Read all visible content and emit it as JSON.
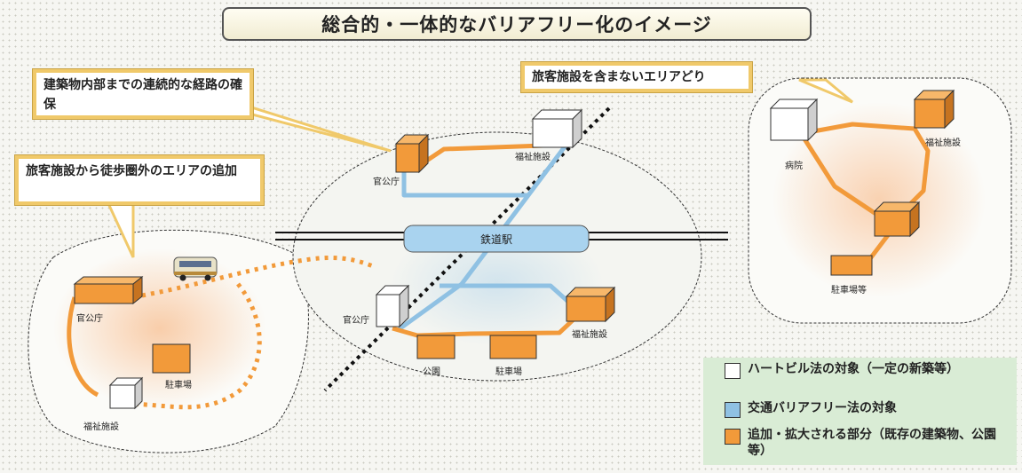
{
  "title": "総合的・一体的なバリアフリー化のイメージ",
  "callouts": {
    "route": "建築物内部までの連続的な経路の確保",
    "walk": "旅客施設から徒歩圏外のエリアの追加",
    "nostation": "旅客施設を含まないエリアどり"
  },
  "station": "鉄道駅",
  "center": {
    "gov_top": "官公庁",
    "welfare_top": "福祉施設",
    "gov_bottom": "官公庁",
    "welfare_bottom": "福祉施設",
    "park": "公園",
    "parking": "駐車場"
  },
  "left": {
    "gov": "官公庁",
    "parking": "駐車場",
    "welfare": "福祉施設"
  },
  "right": {
    "hospital": "病院",
    "welfare": "福祉施設",
    "parking": "駐車場等"
  },
  "legend": [
    {
      "color": "#ffffff",
      "text": "ハートビル法の対象（一定の新築等）"
    },
    {
      "color": "#8fc1e3",
      "text": "交通バリアフリー法の対象"
    },
    {
      "color": "#f29a3a",
      "text": "追加・拡大される部分（既存の建築物、公園等）"
    }
  ],
  "colors": {
    "orange": "#f29a3a",
    "blue": "#8fc1e3",
    "legend_bg": "#d9ecd5",
    "callout_border": "#f0c96a"
  }
}
